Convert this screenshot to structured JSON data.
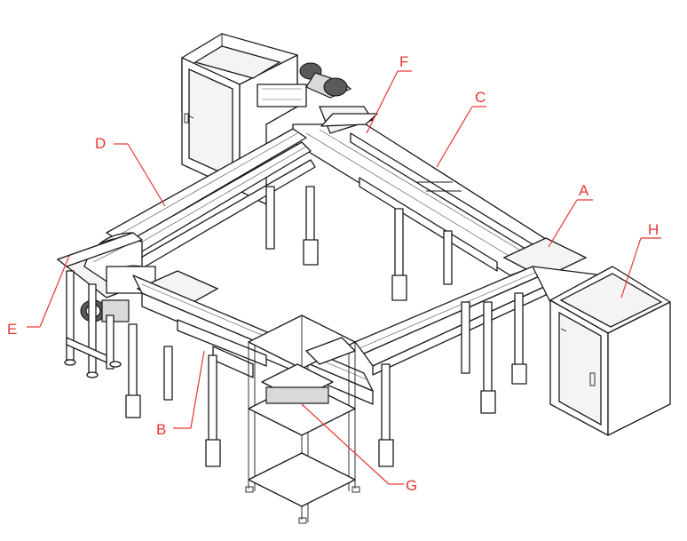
{
  "callouts": [
    {
      "id": "A",
      "label": "A"
    },
    {
      "id": "B",
      "label": "B"
    },
    {
      "id": "C",
      "label": "C"
    },
    {
      "id": "D",
      "label": "D"
    },
    {
      "id": "E",
      "label": "E"
    },
    {
      "id": "F",
      "label": "F"
    },
    {
      "id": "G",
      "label": "G"
    },
    {
      "id": "H",
      "label": "H"
    }
  ],
  "colors": {
    "callout": "#e8342f",
    "line": "#1a1a1a",
    "background": "#ffffff"
  }
}
